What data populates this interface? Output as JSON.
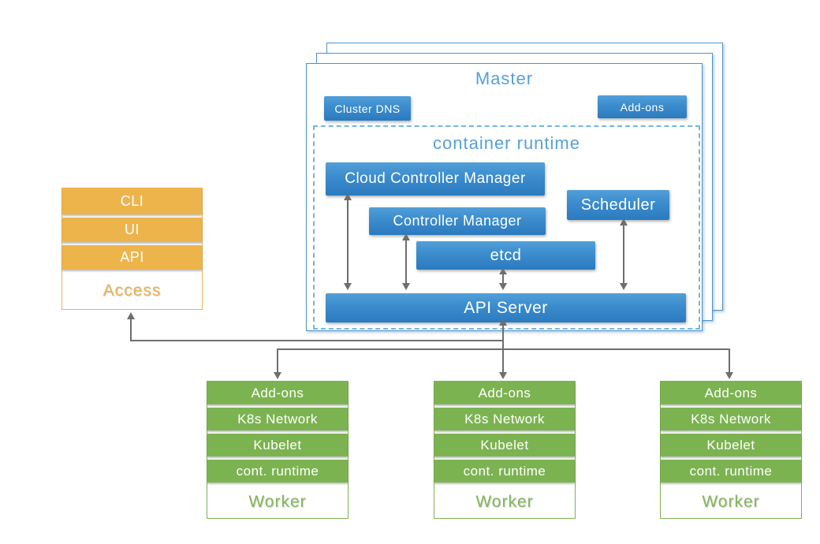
{
  "colors": {
    "blue_box_top": "#529fd9",
    "blue_box_bottom": "#2b7abf",
    "blue_border": "#4d94cc",
    "blue_text": "#55a0da",
    "dashed_border": "#72b6e4",
    "orange": "#edb44c",
    "green": "#7cb351",
    "line_gray": "#6e6e6e"
  },
  "master": {
    "title": "Master",
    "cluster_dns_label": "Cluster DNS",
    "addons_label": "Add-ons",
    "container_runtime": {
      "title": "container runtime",
      "cloud_controller_manager": "Cloud Controller Manager",
      "controller_manager": "Controller Manager",
      "scheduler": "Scheduler",
      "etcd": "etcd",
      "api_server": "API Server"
    }
  },
  "access": {
    "layers": [
      "CLI",
      "UI",
      "API"
    ],
    "label": "Access"
  },
  "workers": [
    {
      "layers": [
        "Add-ons",
        "K8s Network",
        "Kubelet",
        "cont. runtime"
      ],
      "label": "Worker"
    },
    {
      "layers": [
        "Add-ons",
        "K8s Network",
        "Kubelet",
        "cont. runtime"
      ],
      "label": "Worker"
    },
    {
      "layers": [
        "Add-ons",
        "K8s Network",
        "Kubelet",
        "cont. runtime"
      ],
      "label": "Worker"
    }
  ]
}
